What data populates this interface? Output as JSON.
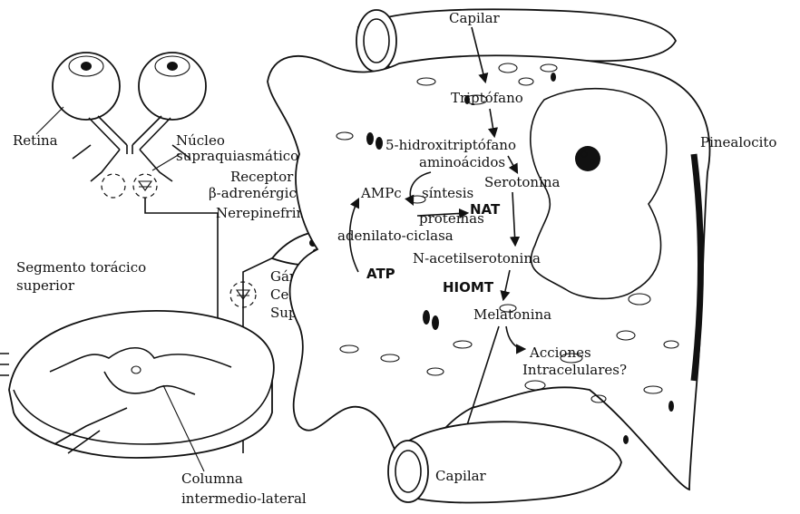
{
  "labels": {
    "capilar_top": "Capilar",
    "triptofano": "Triptófano",
    "hidroxi": "5-hidroxitriptófano",
    "aminoacidos": "aminoácidos",
    "serotonina": "Serotonina",
    "pinealocito": "Pinealocito",
    "retina": "Retina",
    "nucleo_1": "Núcleo",
    "nucleo_2": "supraquiasmático",
    "receptor_1": "Receptor",
    "receptor_2": "β-adrenérgico",
    "norepinefrina": "Nerepinefrina",
    "ampc": "AMPc",
    "sintesis": "síntesis",
    "proteinas": "proteinas",
    "nat": "NAT",
    "adenilato": "adenilato-ciclasa",
    "n_acetil": "N-acetilserotonina",
    "segmento_1": "Segmento torácico",
    "segmento_2": "superior",
    "ganglio_1": "Gánglio",
    "ganglio_2": "Cervical",
    "ganglio_3": "Superior",
    "atp": "ATP",
    "hiomt": "HIOMT",
    "melatonina": "Melatonina",
    "acciones_1": "Acciones",
    "acciones_2": "Intracelulares?",
    "capilar_bottom": "Capilar",
    "columna_1": "Columna",
    "columna_2": "intermedio-lateral"
  }
}
